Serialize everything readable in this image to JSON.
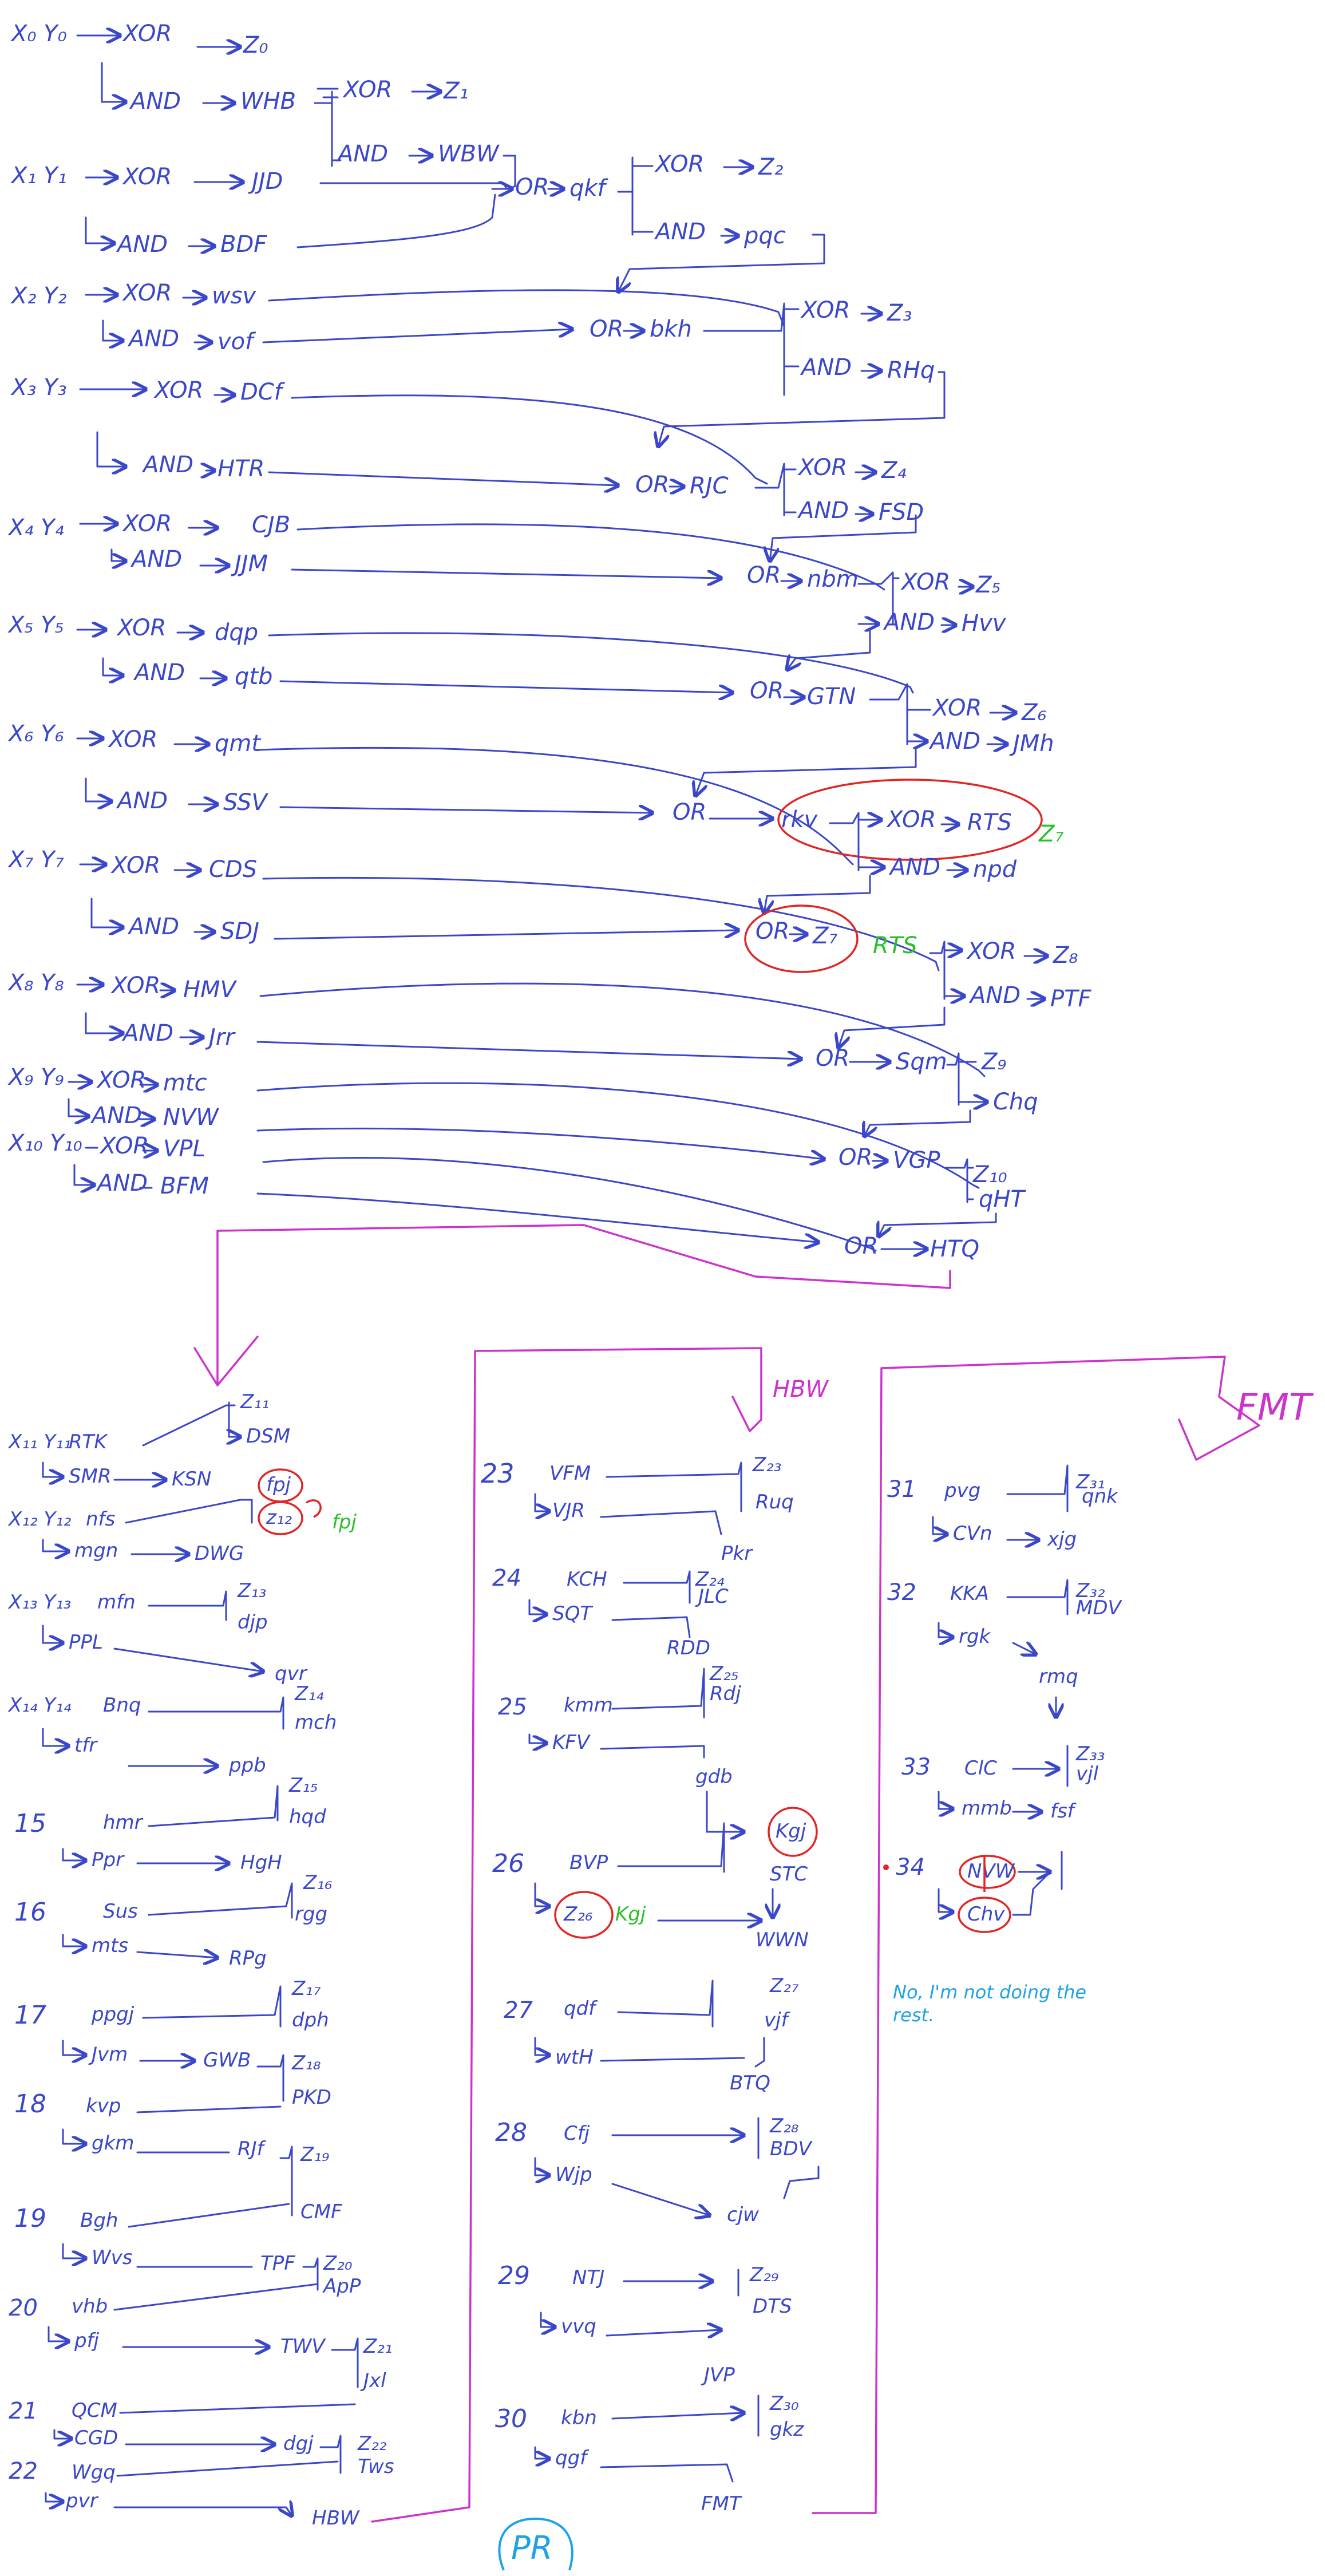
{
  "colors": {
    "ink_blue": "#3b47c9",
    "highlight_red": "#e02626",
    "note_green": "#2bbf2b",
    "signature_cyan": "#1fa3e6",
    "bracket_magenta": "#cc33cc"
  },
  "top": {
    "r0": {
      "in": "X₀ Y₀",
      "xor": "XOR",
      "z": "Z₀",
      "and": "AND",
      "carry": "WHB"
    },
    "r0b": {
      "xor": "XOR",
      "z": "Z₁",
      "and": "AND",
      "c": "WBW"
    },
    "r1": {
      "in": "X₁ Y₁",
      "xor": "XOR",
      "x": "JJD",
      "and": "AND",
      "a": "BDF",
      "or": "OR",
      "c": "qkf",
      "xor2": "XOR",
      "z": "Z₂",
      "and2": "AND",
      "a2": "pqc"
    },
    "r2": {
      "in": "X₂ Y₂",
      "xor": "XOR",
      "x": "wsv",
      "and": "AND",
      "a": "vof",
      "or": "OR",
      "c": "bkh",
      "xor2": "XOR",
      "z": "Z₃",
      "and2": "AND",
      "a2": "RHq"
    },
    "r3": {
      "in": "X₃ Y₃",
      "xor": "XOR",
      "x": "DCf",
      "and": "AND",
      "a": "HTR",
      "or": "OR",
      "c": "RJC",
      "xor2": "XOR",
      "z": "Z₄",
      "and2": "AND",
      "a2": "FSD"
    },
    "r4": {
      "in": "X₄ Y₄",
      "xor": "XOR",
      "x": "CJB",
      "and": "AND",
      "a": "JJM",
      "or": "OR",
      "c": "nbm",
      "xor2": "XOR",
      "z": "Z₅",
      "and2": "AND",
      "a2": "Hvv"
    },
    "r5": {
      "in": "X₅ Y₅",
      "xor": "XOR",
      "x": "dqp",
      "and": "AND",
      "a": "qtb",
      "or": "OR",
      "c": "GTN",
      "xor2": "XOR",
      "z": "Z₆",
      "and2": "AND",
      "a2": "JMh"
    },
    "r6": {
      "in": "X₆ Y₆",
      "xor": "XOR",
      "x": "qmt",
      "and": "AND",
      "a": "SSV",
      "or": "OR",
      "c": "rkv",
      "xor2": "XOR",
      "z": "RTS",
      "z_note": "Z₇",
      "and2": "AND",
      "a2": "npd"
    },
    "r7": {
      "in": "X₇ Y₇",
      "xor": "XOR",
      "x": "CDS",
      "and": "AND",
      "a": "SDJ",
      "or": "OR",
      "c": "Z₇",
      "note": "RTS",
      "xor2": "XOR",
      "z": "Z₈",
      "and2": "AND",
      "a2": "PTF"
    },
    "r8": {
      "in": "X₈ Y₈",
      "xor": "XOR",
      "x": "HMV",
      "and": "AND",
      "a": "Jrr",
      "or": "OR",
      "c": "Sqm",
      "z": "Z₉",
      "and2": "Chq"
    },
    "r9": {
      "in": "X₉ Y₉",
      "xor": "XOR",
      "x": "mtc",
      "and": "AND",
      "a": "NVW",
      "or": "OR",
      "c": "VGP",
      "z": "Z₁₀",
      "and2": "qHT"
    },
    "r10": {
      "in": "X₁₀ Y₁₀",
      "xor": "XOR",
      "x": "VPL",
      "and": "AND",
      "a": "BFM",
      "or": "OR",
      "c": "HTQ"
    }
  },
  "col1": {
    "r11": {
      "in": "X₁₁ Y₁₁",
      "x": "RTK",
      "a": "SMR",
      "c": "KSN",
      "z": "Z₁₁",
      "z2": "DSM"
    },
    "r12": {
      "in": "X₁₂ Y₁₂",
      "x": "nfs",
      "a": "mgn",
      "c": "DWG",
      "o1": "fpj",
      "o2": "z₁₂",
      "note": "fpj"
    },
    "r13": {
      "in": "X₁₃ Y₁₃",
      "x": "mfn",
      "a": "PPL",
      "c": "qvr",
      "z": "Z₁₃",
      "z2": "djp"
    },
    "r14": {
      "in": "X₁₄ Y₁₄",
      "x": "Bnq",
      "a": "tfr",
      "c": "ppb",
      "z": "Z₁₄",
      "z2": "mch"
    },
    "r15": {
      "n": "15",
      "x": "hmr",
      "a": "Ppr",
      "c": "HgH",
      "z": "Z₁₅",
      "z2": "hqd"
    },
    "r16": {
      "n": "16",
      "x": "Sus",
      "a": "mts",
      "c": "RPg",
      "z": "Z₁₆",
      "z2": "rgg"
    },
    "r17": {
      "n": "17",
      "x": "ppgj",
      "a": "Jvm",
      "c": "GWB",
      "z": "Z₁₇",
      "z2": "dph"
    },
    "r18": {
      "n": "18",
      "x": "kvp",
      "a": "gkm",
      "c": "RJf",
      "z": "Z₁₈",
      "z2": "PKD"
    },
    "r19": {
      "n": "19",
      "x": "Bgh",
      "a": "Wvs",
      "c": "TPF",
      "z": "Z₁₉",
      "z2": "CMF"
    },
    "r20": {
      "n": "20",
      "x": "vhb",
      "a": "pfj",
      "c": "TWV",
      "z": "Z₂₀",
      "z2": "ApP"
    },
    "r21": {
      "n": "21",
      "x": "QCM",
      "a": "CGD",
      "c": "dgj",
      "z": "Z₂₁",
      "z2": "Jxl"
    },
    "r22": {
      "n": "22",
      "x": "Wgq",
      "a": "pvr",
      "c": "HBW",
      "z": "Z₂₂",
      "z2": "Tws"
    }
  },
  "col2": {
    "label": "HBW",
    "r23": {
      "n": "23",
      "x": "VFM",
      "a": "VJR",
      "z": "Z₂₃",
      "z2": "Ruq",
      "c": "Pkr"
    },
    "r24": {
      "n": "24",
      "x": "KCH",
      "a": "SQT",
      "z": "Z₂₄",
      "z2": "JLC",
      "c": "RDD"
    },
    "r25": {
      "n": "25",
      "x": "kmm",
      "a": "KFV",
      "z": "Z₂₅",
      "z2": "Rdj",
      "c": "gdb"
    },
    "r26": {
      "n": "26",
      "x": "BVP",
      "a": "Z₂₆",
      "note": "Kgj",
      "z": "Kgj",
      "z2": "STC",
      "c": "WWN"
    },
    "r27": {
      "n": "27",
      "x": "qdf",
      "a": "wtH",
      "z": "Z₂₇",
      "z2": "vjf",
      "c": "BTQ"
    },
    "r28": {
      "n": "28",
      "x": "Cfj",
      "a": "Wjp",
      "z": "Z₂₈",
      "z2": "BDV",
      "c": "cjw"
    },
    "r29": {
      "n": "29",
      "x": "NTJ",
      "a": "vvq",
      "z": "Z₂₉",
      "z2": "DTS",
      "c": "JVP"
    },
    "r30": {
      "n": "30",
      "x": "kbn",
      "a": "qgf",
      "z": "Z₃₀",
      "z2": "gkz",
      "c": "FMT"
    }
  },
  "col3": {
    "label": "FMT",
    "r31": {
      "n": "31",
      "x": "pvg",
      "a": "CVn",
      "z": "Z₃₁",
      "z2": "qnk",
      "c": "xjg"
    },
    "r32": {
      "n": "32",
      "x": "KKA",
      "a": "rgk",
      "z": "Z₃₂",
      "z2": "MDV",
      "c": "rmq"
    },
    "r33": {
      "n": "33",
      "x": "ClC",
      "a": "mmb",
      "z": "Z₃₃",
      "z2": "vjl",
      "c": "fsf"
    },
    "r34": {
      "n": "34",
      "x": "NVW",
      "a": "Chv"
    },
    "note": "No, I'm not doing the rest."
  },
  "signature": "PR"
}
